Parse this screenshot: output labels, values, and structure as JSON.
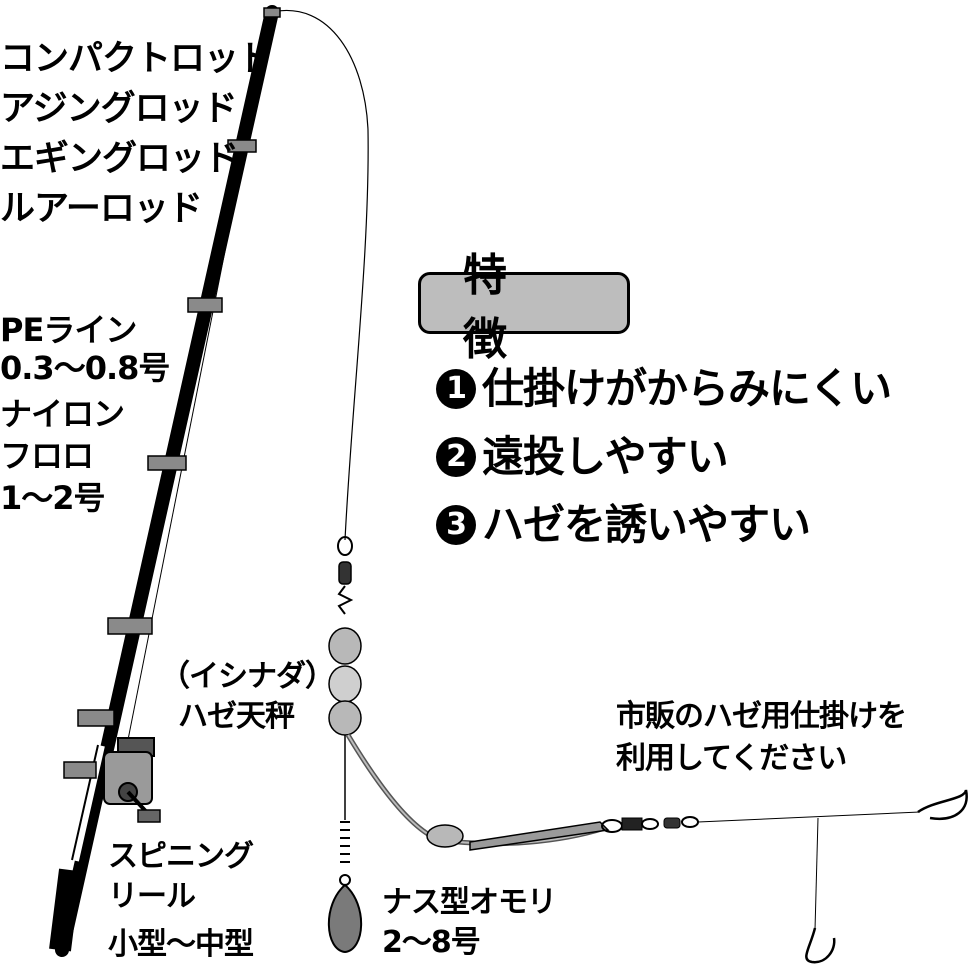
{
  "rod_types": [
    "コンパクトロッド",
    "アジングロッド",
    "エギングロッド",
    "ルアーロッド"
  ],
  "line": {
    "pe": [
      "PEライン",
      "0.3〜0.8号"
    ],
    "nylon": [
      "ナイロン",
      "フロロ",
      "1〜2号"
    ]
  },
  "features": {
    "title": "特徴",
    "items": [
      {
        "num": "1",
        "text": "仕掛けがからみにくい"
      },
      {
        "num": "2",
        "text": "遠投しやすい"
      },
      {
        "num": "3",
        "text": "ハゼを誘いやすい"
      }
    ]
  },
  "tenbin_label": [
    "（イシナダ）",
    "ハゼ天秤"
  ],
  "rig_note": [
    "市販のハゼ用仕掛けを",
    "利用してください"
  ],
  "reel": [
    "スピニング",
    "リール",
    "小型〜中型"
  ],
  "sinker": [
    "ナス型オモリ",
    "2〜8号"
  ],
  "colors": {
    "rod": "#000000",
    "guide": "#8a8a8a",
    "bead": "#b8b8b8",
    "sinker": "#7a7a7a",
    "title_bg": "#bdbdbd"
  }
}
